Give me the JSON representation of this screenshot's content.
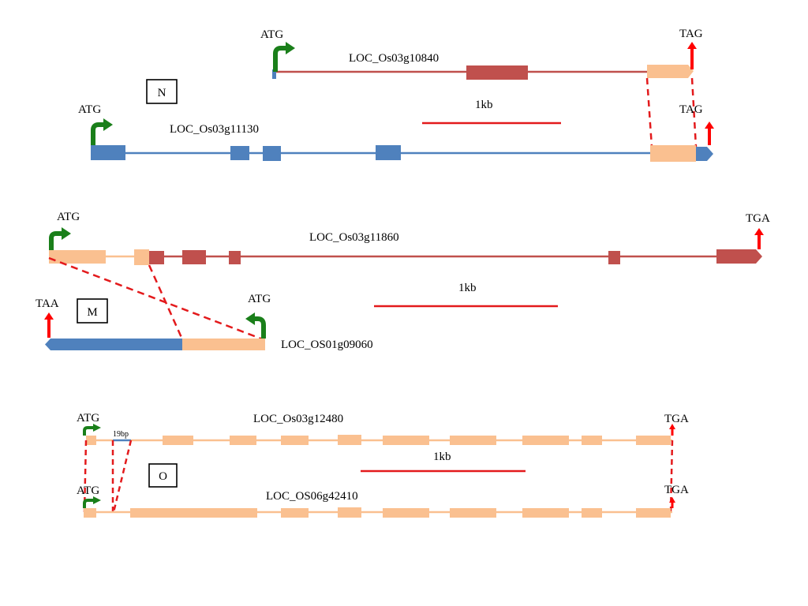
{
  "colors": {
    "intron_red": "#c0504d",
    "exon_red": "#c0504d",
    "intron_blue": "#4f81bd",
    "exon_blue": "#4f81bd",
    "exon_peach": "#fac090",
    "start_arrow": "#1a7f1a",
    "stop_arrow": "#ff0000",
    "dashed": "#e31a1c",
    "scale_bar": "#e31a1c"
  },
  "panels": {
    "N": {
      "box_label": "N",
      "scale_label": "1kb",
      "gene1": {
        "name": "LOC_Os03g10840",
        "start": "ATG",
        "stop": "TAG"
      },
      "gene2": {
        "name": "LOC_Os03g11130",
        "start": "ATG",
        "stop": "TAG"
      }
    },
    "M": {
      "box_label": "M",
      "scale_label": "1kb",
      "gene1": {
        "name": "LOC_Os03g11860",
        "start": "ATG",
        "stop": "TGA"
      },
      "gene2": {
        "name": "LOC_OS01g09060",
        "start": "ATG",
        "stop": "TAA"
      }
    },
    "O": {
      "box_label": "O",
      "scale_label": "1kb",
      "gap_label": "19bp",
      "gene1": {
        "name": "LOC_Os03g12480",
        "start": "ATG",
        "stop": "TGA"
      },
      "gene2": {
        "name": "LOC_OS06g42410",
        "start": "ATG",
        "stop": "TGA"
      }
    }
  }
}
